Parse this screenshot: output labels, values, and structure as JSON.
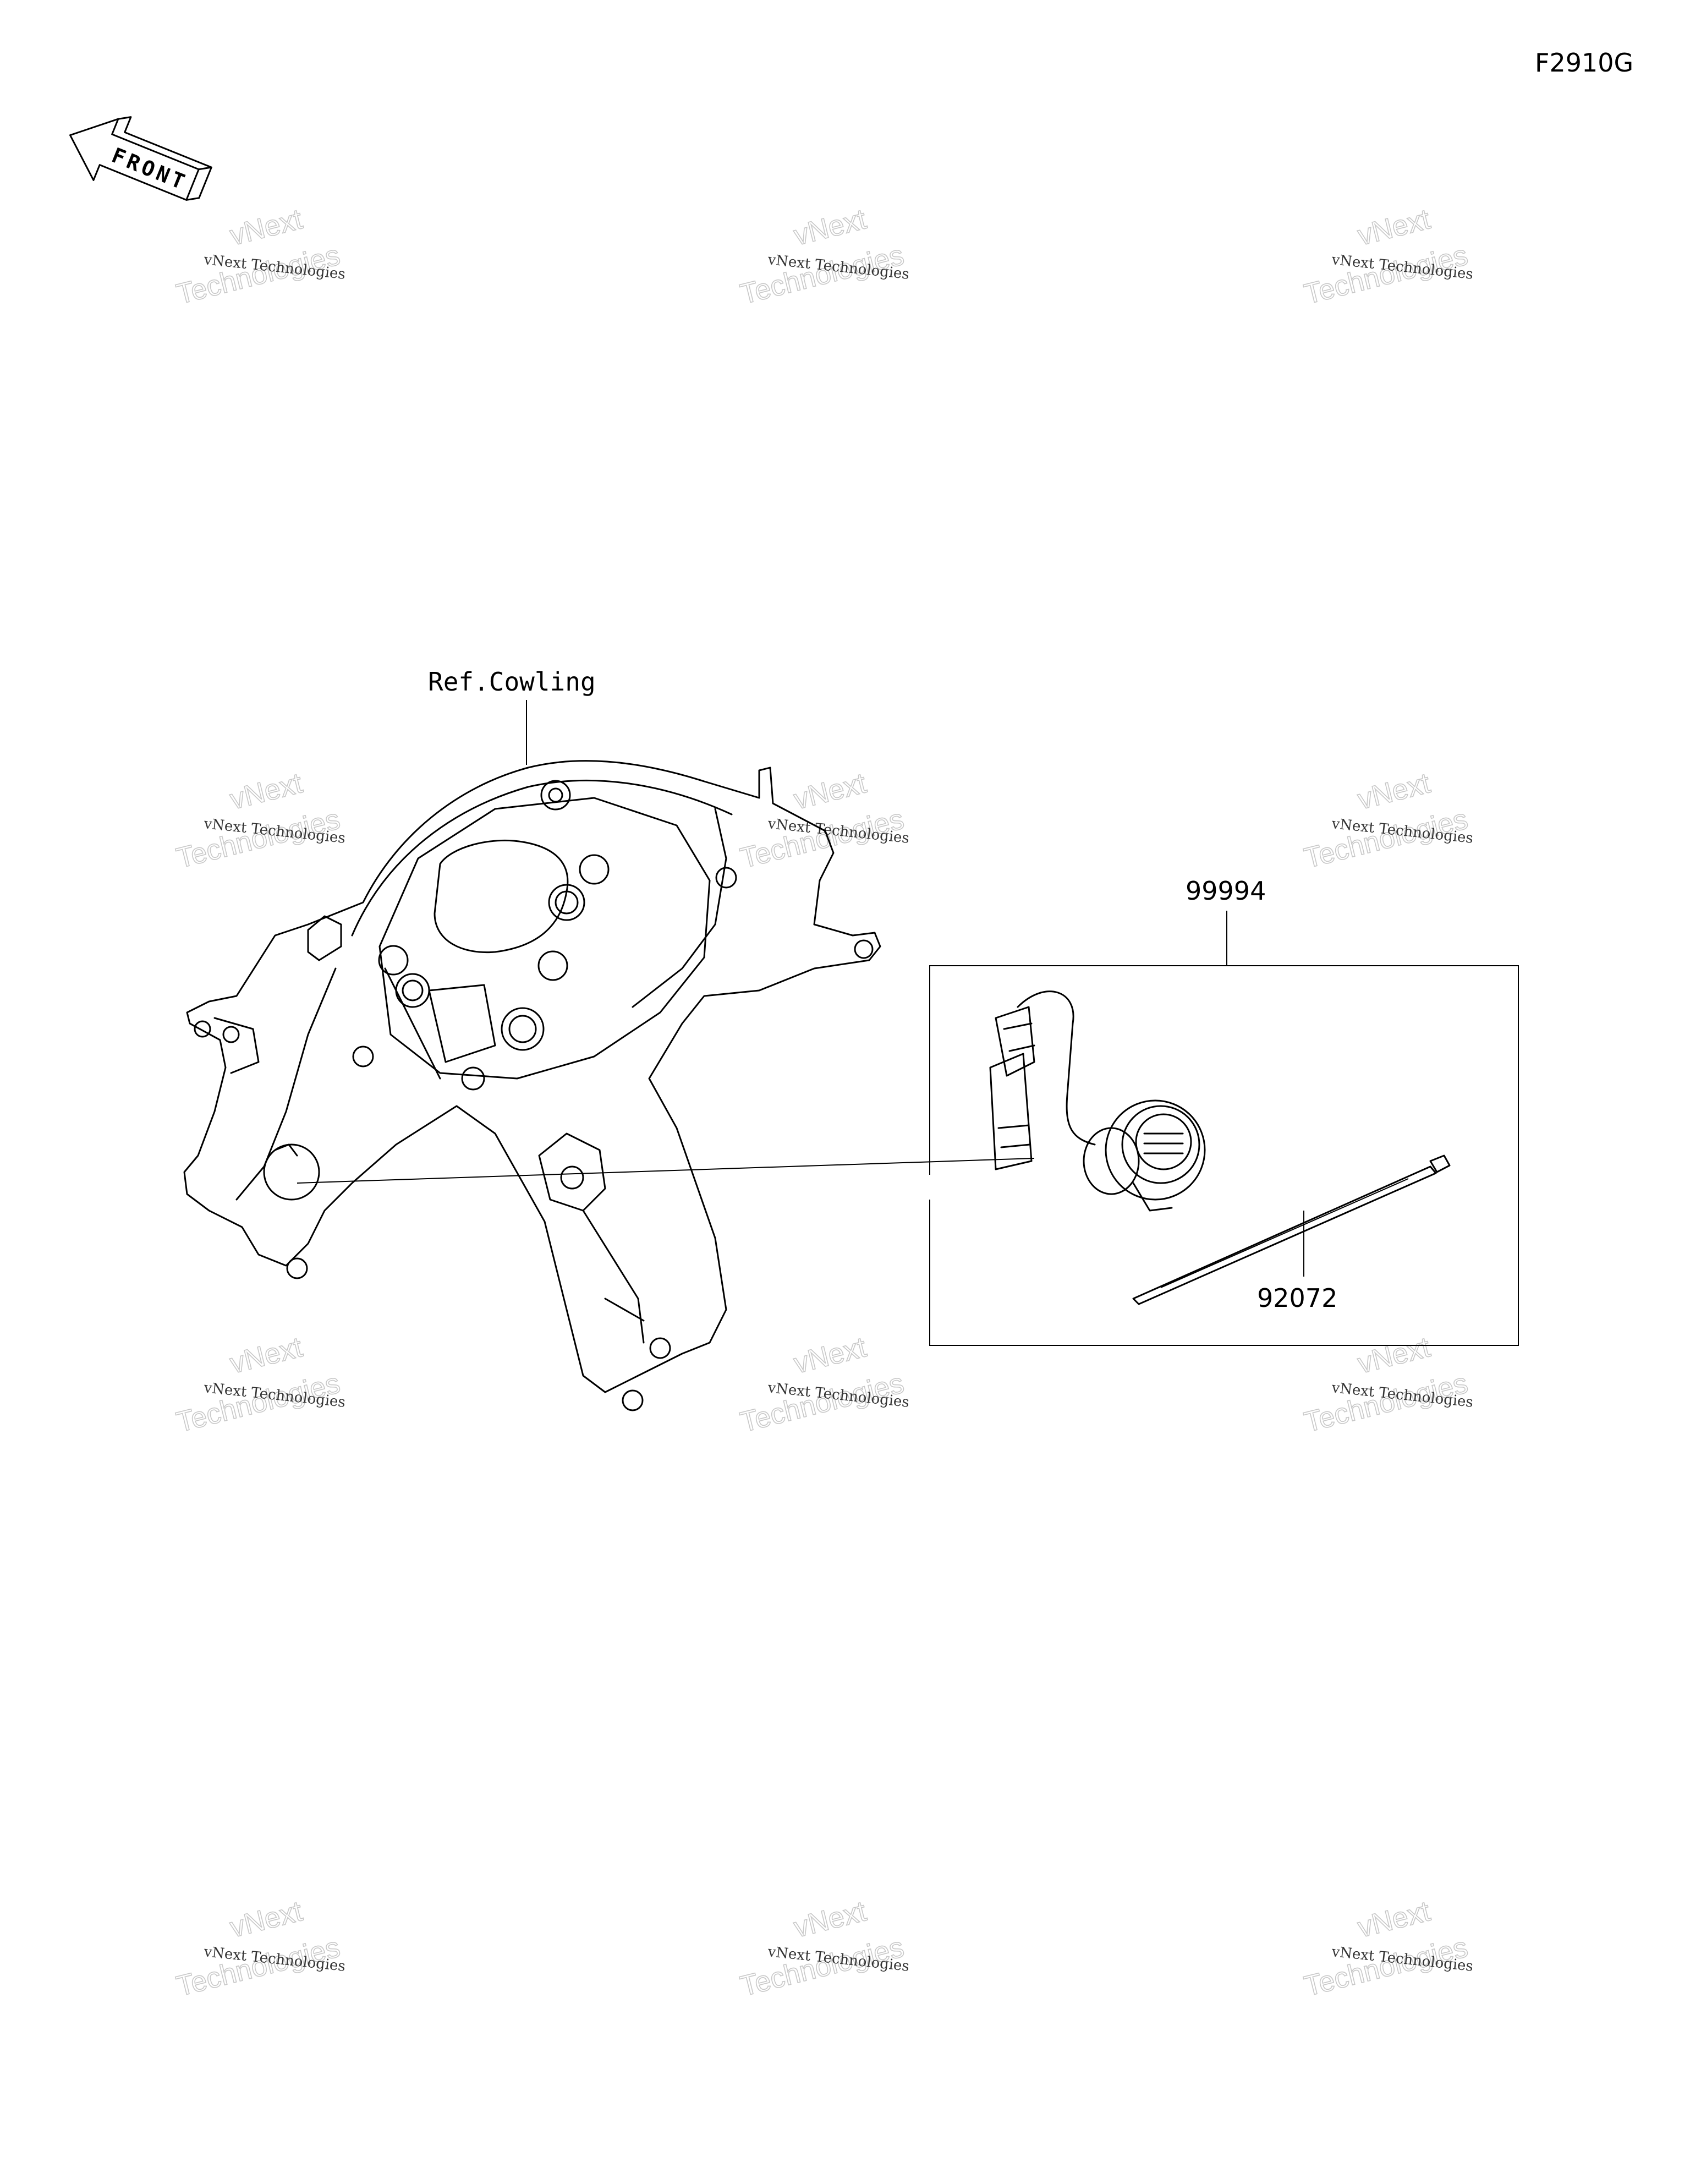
{
  "diagram_code": "F2910G",
  "front_label": "FRONT",
  "callouts": {
    "ref_cowling": "Ref.Cowling",
    "kit_part": "99994",
    "tie_part": "92072"
  },
  "watermark": {
    "line1": "vNext Technologies",
    "line2": "vNext",
    "line3": "Technologies"
  },
  "colors": {
    "ink": "#000000",
    "watermark": "#c8c8c8",
    "background": "#ffffff"
  }
}
